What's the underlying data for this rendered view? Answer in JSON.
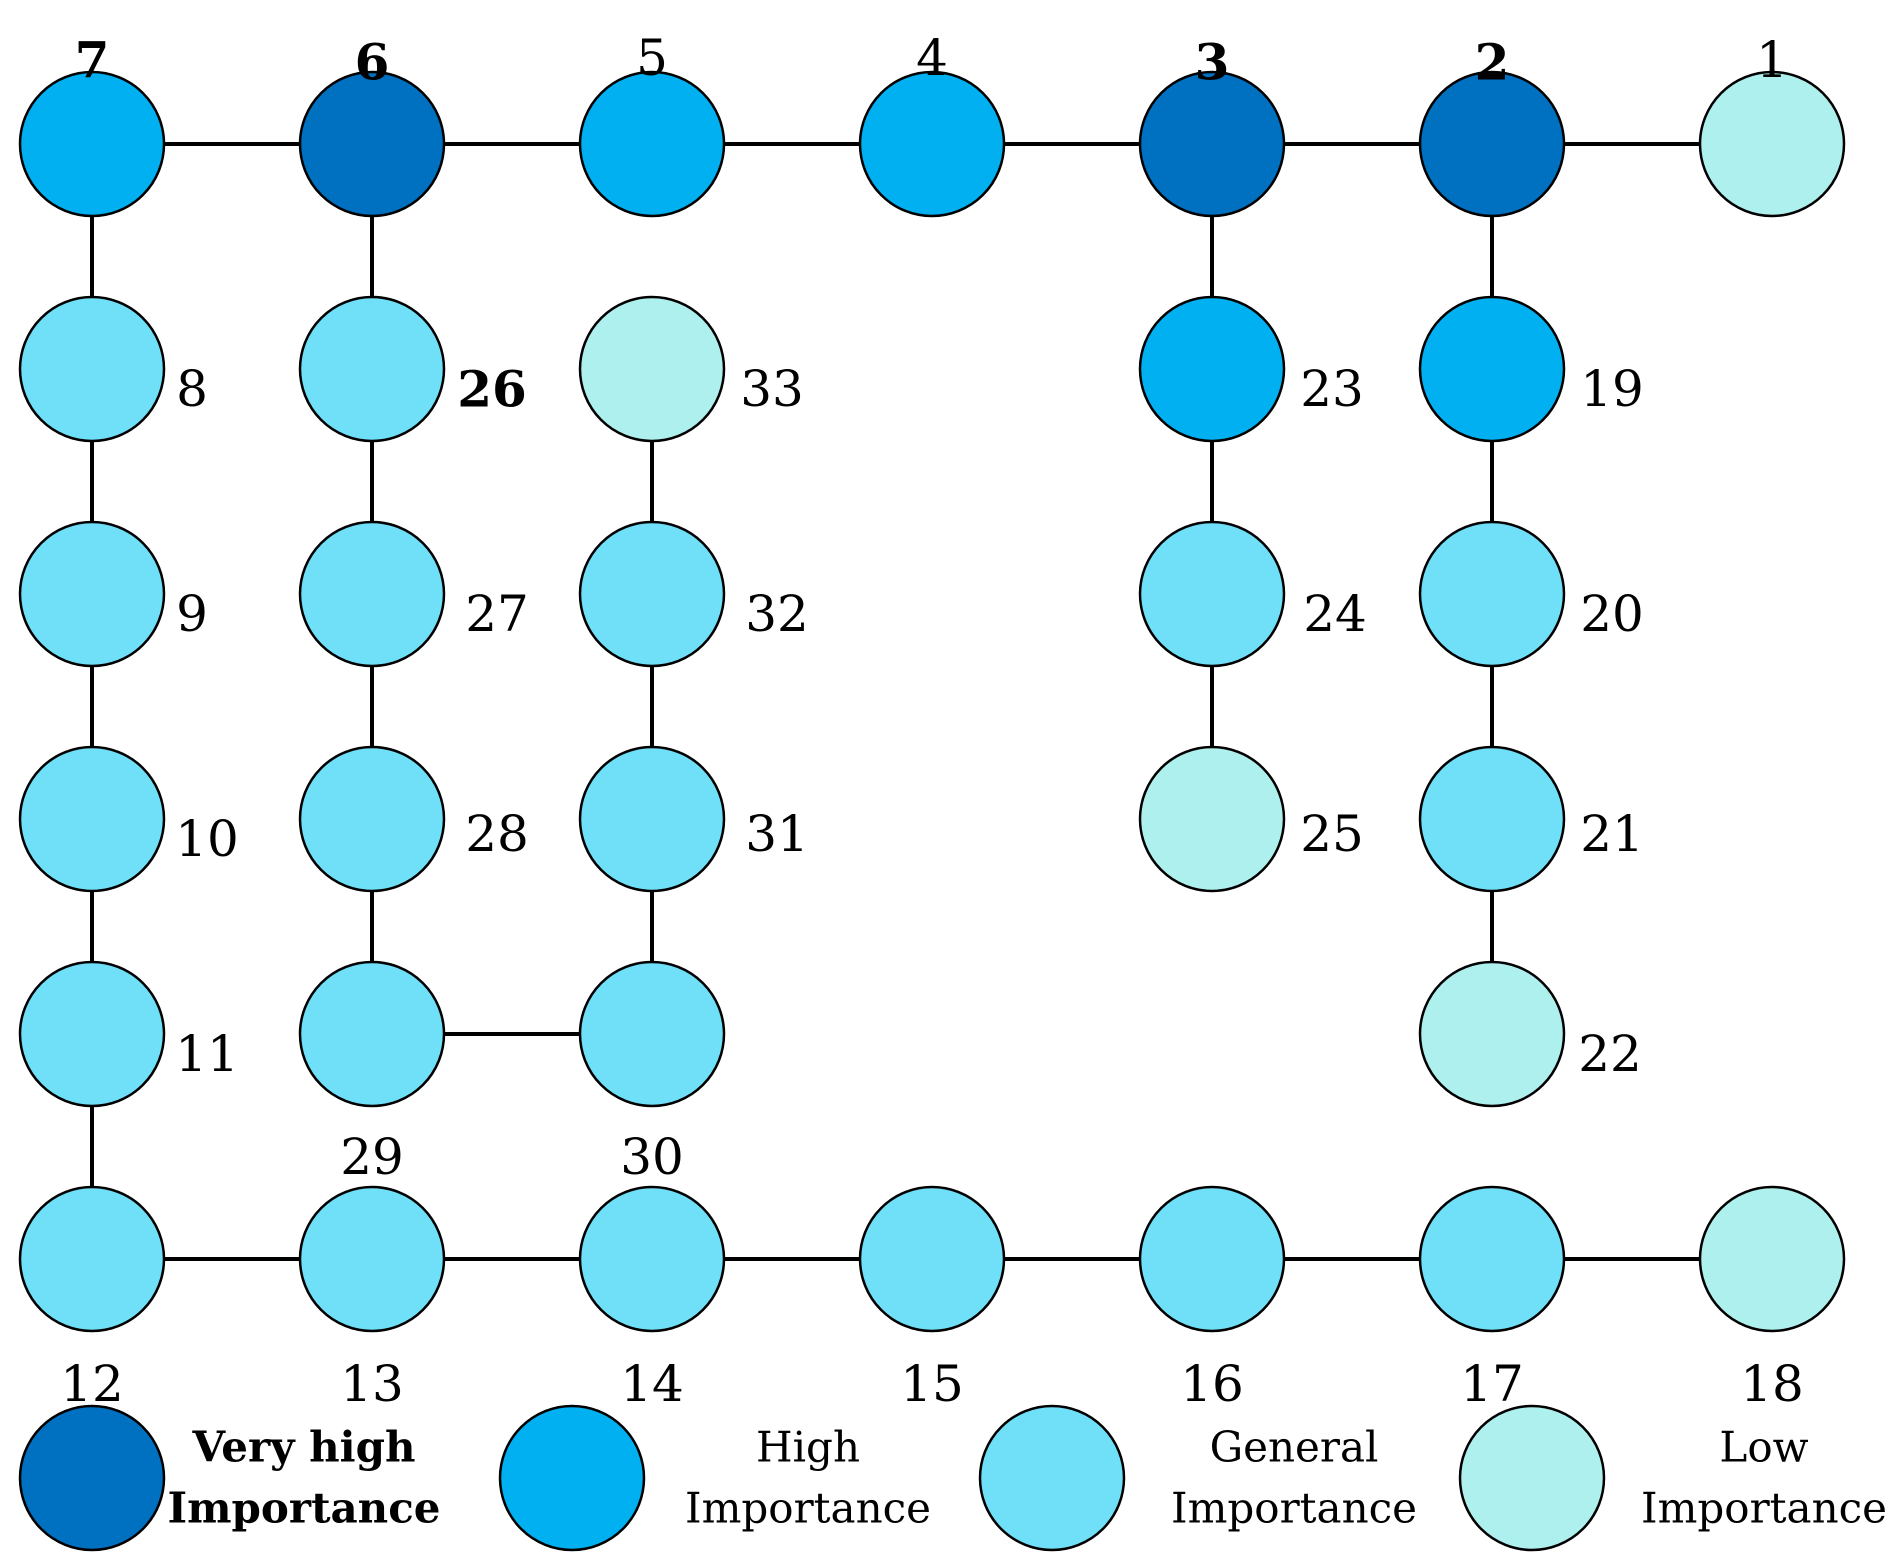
{
  "colors": {
    "very_high": "#0070C0",
    "high": "#00B0F0",
    "general": "#70DFF8",
    "low": "#AEF0EE",
    "stroke": "#000000"
  },
  "nodes": [
    {
      "id": "1",
      "label": "1",
      "level": "low"
    },
    {
      "id": "2",
      "label": "2",
      "level": "very_high"
    },
    {
      "id": "3",
      "label": "3",
      "level": "very_high"
    },
    {
      "id": "4",
      "label": "4",
      "level": "high"
    },
    {
      "id": "5",
      "label": "5",
      "level": "high"
    },
    {
      "id": "6",
      "label": "6",
      "level": "very_high"
    },
    {
      "id": "7",
      "label": "7",
      "level": "high"
    },
    {
      "id": "8",
      "label": "8",
      "level": "general"
    },
    {
      "id": "9",
      "label": "9",
      "level": "general"
    },
    {
      "id": "10",
      "label": "10",
      "level": "general"
    },
    {
      "id": "11",
      "label": "11",
      "level": "general"
    },
    {
      "id": "12",
      "label": "12",
      "level": "general"
    },
    {
      "id": "13",
      "label": "13",
      "level": "general"
    },
    {
      "id": "14",
      "label": "14",
      "level": "general"
    },
    {
      "id": "15",
      "label": "15",
      "level": "general"
    },
    {
      "id": "16",
      "label": "16",
      "level": "general"
    },
    {
      "id": "17",
      "label": "17",
      "level": "general"
    },
    {
      "id": "18",
      "label": "18",
      "level": "low"
    },
    {
      "id": "19",
      "label": "19",
      "level": "high"
    },
    {
      "id": "20",
      "label": "20",
      "level": "general"
    },
    {
      "id": "21",
      "label": "21",
      "level": "general"
    },
    {
      "id": "22",
      "label": "22",
      "level": "low"
    },
    {
      "id": "23",
      "label": "23",
      "level": "high"
    },
    {
      "id": "24",
      "label": "24",
      "level": "general"
    },
    {
      "id": "25",
      "label": "25",
      "level": "low"
    },
    {
      "id": "26",
      "label": "26",
      "level": "general"
    },
    {
      "id": "27",
      "label": "27",
      "level": "general"
    },
    {
      "id": "28",
      "label": "28",
      "level": "general"
    },
    {
      "id": "29",
      "label": "29",
      "level": "general"
    },
    {
      "id": "30",
      "label": "30",
      "level": "general"
    },
    {
      "id": "31",
      "label": "31",
      "level": "general"
    },
    {
      "id": "32",
      "label": "32",
      "level": "general"
    },
    {
      "id": "33",
      "label": "33",
      "level": "low"
    }
  ],
  "edges": [
    [
      "1",
      "2"
    ],
    [
      "2",
      "3"
    ],
    [
      "3",
      "4"
    ],
    [
      "4",
      "5"
    ],
    [
      "5",
      "6"
    ],
    [
      "6",
      "7"
    ],
    [
      "7",
      "8"
    ],
    [
      "8",
      "9"
    ],
    [
      "9",
      "10"
    ],
    [
      "10",
      "11"
    ],
    [
      "11",
      "12"
    ],
    [
      "12",
      "13"
    ],
    [
      "13",
      "14"
    ],
    [
      "14",
      "15"
    ],
    [
      "15",
      "16"
    ],
    [
      "16",
      "17"
    ],
    [
      "17",
      "18"
    ],
    [
      "2",
      "19"
    ],
    [
      "19",
      "20"
    ],
    [
      "20",
      "21"
    ],
    [
      "21",
      "22"
    ],
    [
      "3",
      "23"
    ],
    [
      "23",
      "24"
    ],
    [
      "24",
      "25"
    ],
    [
      "6",
      "26"
    ],
    [
      "26",
      "27"
    ],
    [
      "27",
      "28"
    ],
    [
      "28",
      "29"
    ],
    [
      "29",
      "30"
    ],
    [
      "30",
      "31"
    ],
    [
      "31",
      "32"
    ],
    [
      "32",
      "33"
    ]
  ],
  "legend": [
    {
      "level": "very_high",
      "line1": "Very high",
      "line2": "Importance"
    },
    {
      "level": "high",
      "line1": "High",
      "line2": "Importance"
    },
    {
      "level": "general",
      "line1": "General",
      "line2": "Importance"
    },
    {
      "level": "low",
      "line1": "Low",
      "line2": "Importance"
    }
  ]
}
